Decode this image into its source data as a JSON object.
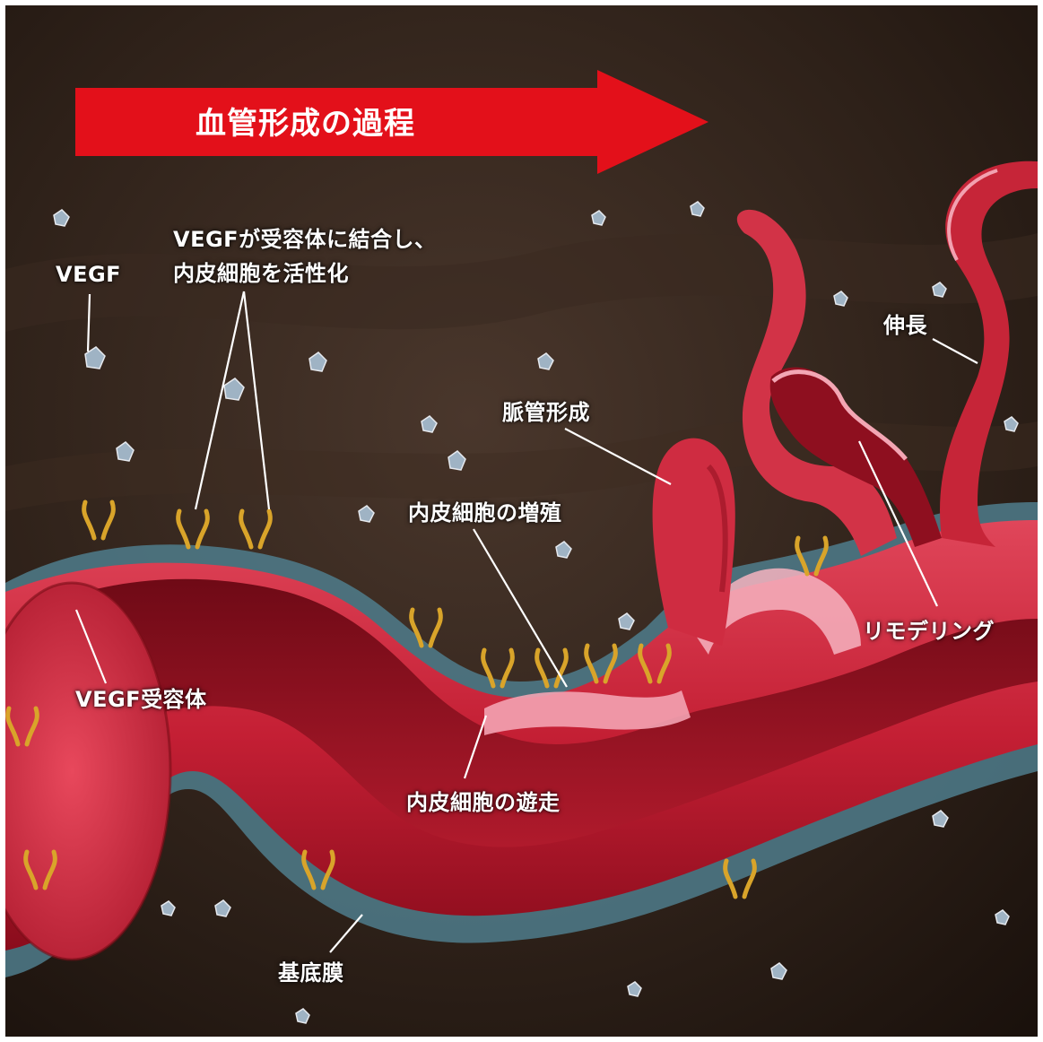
{
  "colors": {
    "background_dark": "#2a1c15",
    "process_arrow": "#e3101a",
    "vessel_red": "#c8283a",
    "vessel_inner": "#8f0f1e",
    "vessel_pink": "#f4a8b4",
    "basement_membrane": "#5d8a98",
    "label_text": "#ffffff",
    "receptor_gold": "#d9a42a"
  },
  "title_arrow": {
    "text": "血管形成の過程"
  },
  "labels": {
    "vegf": "VEGF",
    "vegf_binding_line1": "VEGFが受容体に結合し、",
    "vegf_binding_line2": "内皮細胞を活性化",
    "vasculogenesis": "脈管形成",
    "elongation": "伸長",
    "endothelial_proliferation": "内皮細胞の増殖",
    "remodeling": "リモデリング",
    "vegf_receptor": "VEGF受容体",
    "endothelial_migration": "内皮細胞の遊走",
    "basement_membrane": "基底膜"
  }
}
